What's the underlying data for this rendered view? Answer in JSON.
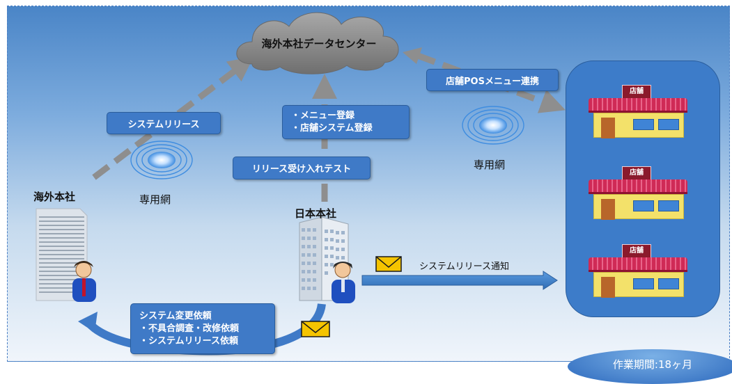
{
  "cloud": {
    "label": "海外本社データセンター"
  },
  "labels": {
    "system_release": "システムリリース",
    "menu_register": "・メニュー登録",
    "store_system_register": "・店舗システム登録",
    "release_acceptance": "リリース受け入れテスト",
    "pos_menu_link": "店舗POSメニュー連携",
    "notify": "システムリリース通知",
    "request_title": "システム変更依頼",
    "request_item1": "・不具合調査・改修依頼",
    "request_item2": "・システムリリース依頼"
  },
  "nodes": {
    "overseas_hq": "海外本社",
    "japan_hq": "日本本社"
  },
  "network": {
    "left": "専用網",
    "right": "専用網"
  },
  "stores": [
    {
      "sign": "店舗"
    },
    {
      "sign": "店舗"
    },
    {
      "sign": "店舗"
    }
  ],
  "period": "作業期間:18ヶ月",
  "colors": {
    "label_fill": "#3f7ac7",
    "cloud": "#8a8a8a",
    "store_panel": "#3d7cc9",
    "mail": "#f5c400"
  }
}
